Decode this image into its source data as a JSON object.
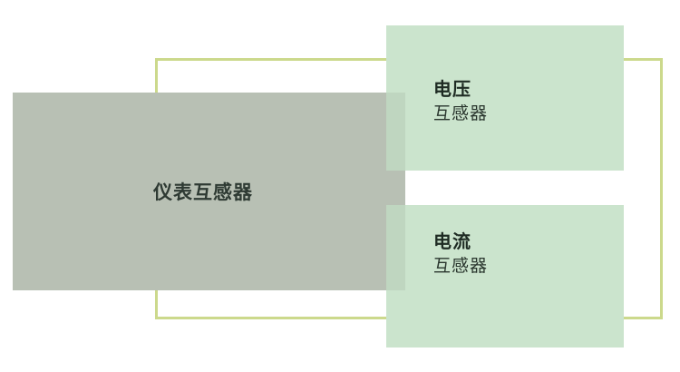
{
  "diagram": {
    "type": "bracket-grouping-diagram",
    "colors": {
      "parent_block": "#b8c0b4",
      "child_block": "#cbe4cd",
      "overlap_block": "#bfd6c0",
      "frame_stroke": "#ccd98c",
      "background": "#ffffff",
      "title_text": "#2e3a33",
      "child_title_text": "#1e2b23",
      "child_sub_text": "#2a362e"
    },
    "parent": {
      "label": "仪表互感器"
    },
    "children": [
      {
        "title": "电压",
        "subtitle": "互感器"
      },
      {
        "title": "电流",
        "subtitle": "互感器"
      }
    ]
  }
}
